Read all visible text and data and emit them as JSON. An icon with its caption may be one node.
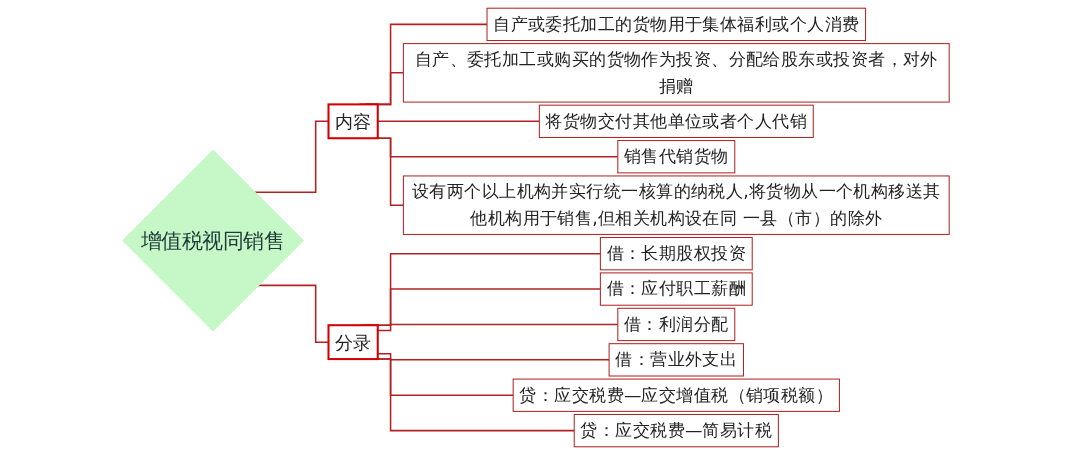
{
  "diagram": {
    "nodes": [
      {
        "text": [
          "增值税视同销售"
        ]
      },
      {
        "text": [
          "内容"
        ]
      },
      {
        "text": [
          "自产或委托加工的货物用于集体福利或个人消费"
        ]
      },
      {
        "text": [
          "自产、委托加工或购买的货物作为投资、分配给股东或投资者，对外捐赠"
        ]
      },
      {
        "text": [
          "将货物交付其他单位或者个人代销"
        ]
      },
      {
        "text": [
          "销售代销货物"
        ]
      },
      {
        "text": [
          "设有两个以上机构并实行统一核算的纳税人,将货物从一个机构移送其他机构用于销售,但相关机构设在同 一县（市）的除外"
        ]
      },
      {
        "text": [
          "分录"
        ]
      },
      {
        "text": [
          "借：长期股权投资"
        ]
      },
      {
        "text": [
          "借：应付职工薪酬"
        ]
      },
      {
        "text": [
          "借：利润分配"
        ]
      },
      {
        "text": [
          "借：营业外支出"
        ]
      },
      {
        "text": [
          "贷：应交税费—应交增值税（销项税额）"
        ]
      },
      {
        "text": [
          "贷：应交税费—简易计税"
        ]
      }
    ],
    "edges": [
      {
        "from": 0,
        "to": 1,
        "arrow": "none"
      },
      {
        "from": 1,
        "to": 2,
        "arrow": "none"
      },
      {
        "from": 1,
        "to": 3,
        "arrow": "none"
      },
      {
        "from": 1,
        "to": 4,
        "arrow": "none"
      },
      {
        "from": 1,
        "to": 5,
        "arrow": "none"
      },
      {
        "from": 1,
        "to": 6,
        "arrow": "none"
      },
      {
        "from": 0,
        "to": 7,
        "arrow": "none"
      },
      {
        "from": 7,
        "to": 8,
        "arrow": "none"
      },
      {
        "from": 7,
        "to": 9,
        "arrow": "none"
      },
      {
        "from": 7,
        "to": 10,
        "arrow": "none"
      },
      {
        "from": 7,
        "to": 11,
        "arrow": "none"
      },
      {
        "from": 7,
        "to": 12,
        "arrow": "none"
      },
      {
        "from": 7,
        "to": 13,
        "arrow": "none"
      }
    ]
  }
}
